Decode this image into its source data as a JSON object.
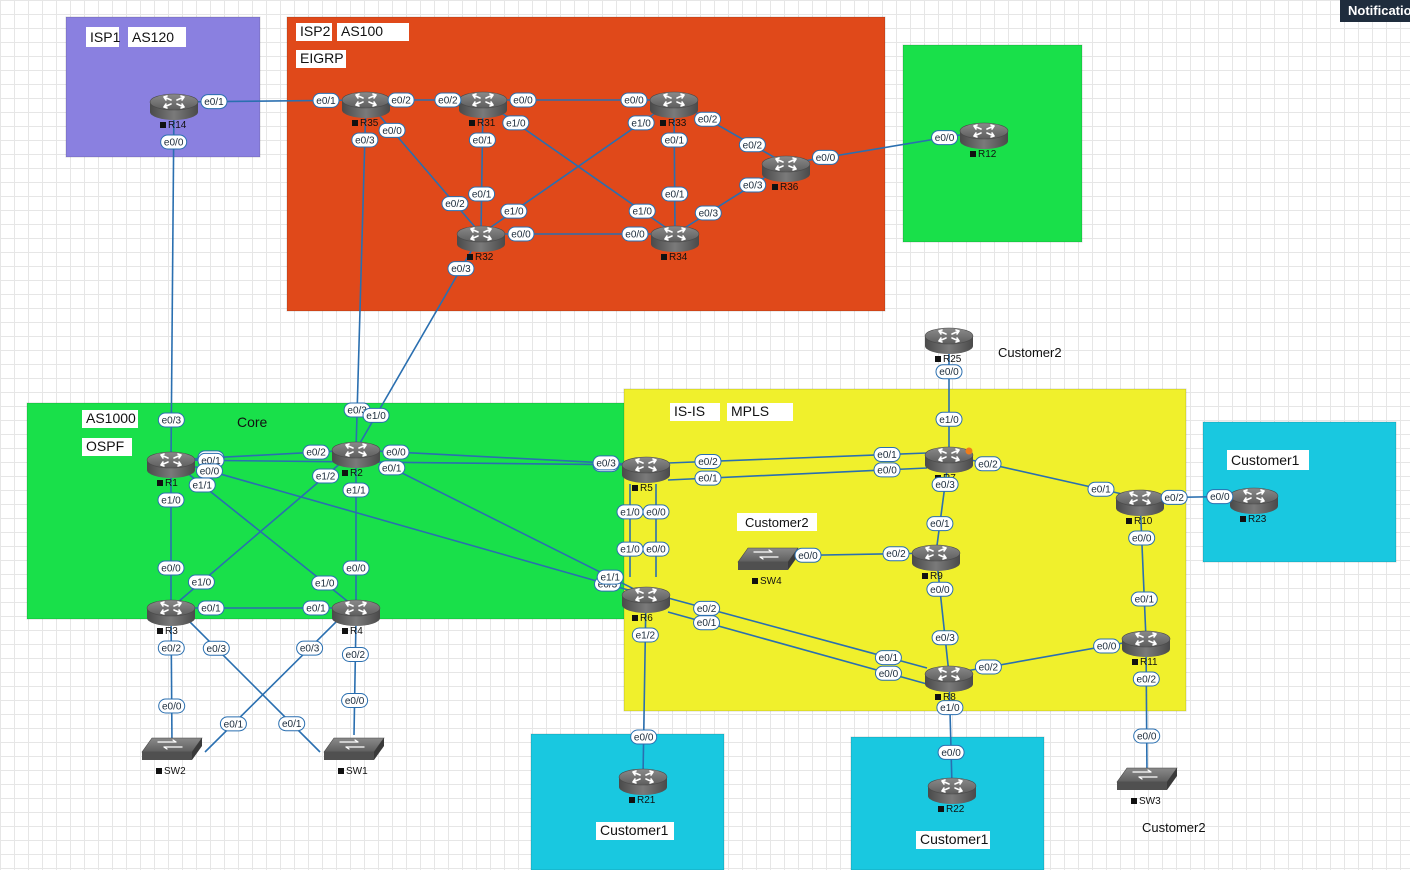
{
  "notification_label": "Notifications",
  "colors": {
    "isp1": "#8a80e0",
    "isp2": "#e0491a",
    "green": "#19e04a",
    "yellow": "#f0f02c",
    "cyan": "#19c8e0",
    "link": "#2a6fb0"
  },
  "areas": [
    {
      "name": "isp1",
      "color": "#8a80e0",
      "labels": [
        "ISP1",
        "AS120"
      ]
    },
    {
      "name": "isp2",
      "color": "#e0491a",
      "labels": [
        "ISP2",
        "AS100",
        "EIGRP"
      ]
    },
    {
      "name": "r12-site",
      "color": "#19e04a",
      "labels": []
    },
    {
      "name": "core",
      "color": "#19e04a",
      "labels": [
        "AS1000",
        "OSPF",
        "Core"
      ]
    },
    {
      "name": "mpls",
      "color": "#f0f02c",
      "labels": [
        "IS-IS",
        "MPLS"
      ]
    },
    {
      "name": "customer1-r23",
      "color": "#19c8e0",
      "labels": [
        "Customer1"
      ]
    },
    {
      "name": "customer1-r21",
      "color": "#19c8e0",
      "labels": [
        "Customer1"
      ]
    },
    {
      "name": "customer1-r22",
      "color": "#19c8e0",
      "labels": [
        "Customer1"
      ]
    }
  ],
  "free_labels": [
    "Customer2",
    "Customer2",
    "Customer2"
  ],
  "routers": [
    "R14",
    "R35",
    "R31",
    "R33",
    "R36",
    "R12",
    "R32",
    "R34",
    "R1",
    "R2",
    "R3",
    "R4",
    "R5",
    "R6",
    "R7",
    "R25",
    "R9",
    "R8",
    "R10",
    "R11",
    "R23",
    "R21",
    "R22"
  ],
  "switches": [
    "SW2",
    "SW1",
    "SW4",
    "SW3"
  ],
  "links": [
    {
      "a": "R14",
      "b": "R35",
      "a_if": "e0/1",
      "b_if": "e0/1"
    },
    {
      "a": "R35",
      "b": "R31",
      "a_if": "e0/2",
      "b_if": "e0/2"
    },
    {
      "a": "R31",
      "b": "R33",
      "a_if": "e0/0",
      "b_if": "e0/0"
    },
    {
      "a": "R33",
      "b": "R36",
      "a_if": "e0/2",
      "b_if": "e0/2"
    },
    {
      "a": "R36",
      "b": "R12",
      "a_if": "e0/0",
      "b_if": "e0/0"
    },
    {
      "a": "R35",
      "b": "R32",
      "a_if": "e0/0",
      "b_if": "e0/2"
    },
    {
      "a": "R31",
      "b": "R32",
      "a_if": "e0/1",
      "b_if": "e0/1"
    },
    {
      "a": "R31",
      "b": "R34",
      "a_if": "e1/0",
      "b_if": "e1/0"
    },
    {
      "a": "R33",
      "b": "R32",
      "a_if": "e1/0",
      "b_if": "e1/0"
    },
    {
      "a": "R33",
      "b": "R34",
      "a_if": "e0/1",
      "b_if": "e0/1"
    },
    {
      "a": "R32",
      "b": "R34",
      "a_if": "e0/0",
      "b_if": "e0/0"
    },
    {
      "a": "R34",
      "b": "R36",
      "a_if": "e0/3",
      "b_if": "e0/3"
    },
    {
      "a": "R14",
      "b": "R1",
      "a_if": "e0/0",
      "b_if": "e0/3"
    },
    {
      "a": "R35",
      "b": "R2",
      "a_if": "e0/3",
      "b_if": "e0/3"
    },
    {
      "a": "R32",
      "b": "R2",
      "a_if": "e0/3",
      "b_if": "e1/0"
    },
    {
      "a": "R1",
      "b": "R2",
      "a_if": "e0/2",
      "b_if": "e0/2"
    },
    {
      "a": "R1",
      "b": "R5",
      "a_if": "e0/1",
      "b_if": "e1/1"
    },
    {
      "a": "R1",
      "b": "R6",
      "a_if": "e0/0",
      "b_if": "e0/3"
    },
    {
      "a": "R1",
      "b": "R3",
      "a_if": "e1/0",
      "b_if": "e0/0"
    },
    {
      "a": "R1",
      "b": "R4",
      "a_if": "e1/1",
      "b_if": "e1/0"
    },
    {
      "a": "R2",
      "b": "R5",
      "a_if": "e0/0",
      "b_if": "e0/3"
    },
    {
      "a": "R2",
      "b": "R6",
      "a_if": "e0/1",
      "b_if": "e1/1"
    },
    {
      "a": "R2",
      "b": "R3",
      "a_if": "e1/2",
      "b_if": "e1/0"
    },
    {
      "a": "R2",
      "b": "R4",
      "a_if": "e1/1",
      "b_if": "e0/0"
    },
    {
      "a": "R3",
      "b": "R4",
      "a_if": "e0/1",
      "b_if": "e0/1"
    },
    {
      "a": "R3",
      "b": "SW2",
      "a_if": "e0/2",
      "b_if": "e0/0"
    },
    {
      "a": "R3",
      "b": "SW1",
      "a_if": "e0/3",
      "b_if": "e0/1"
    },
    {
      "a": "R4",
      "b": "SW2",
      "a_if": "e0/3",
      "b_if": "e0/1"
    },
    {
      "a": "R4",
      "b": "SW1",
      "a_if": "e0/2",
      "b_if": "e0/0"
    },
    {
      "a": "R5",
      "b": "R6",
      "a_if": "e1/0",
      "b_if": "e1/0"
    },
    {
      "a": "R5",
      "b": "R6",
      "a_if": "e0/0",
      "b_if": "e0/0"
    },
    {
      "a": "R5",
      "b": "R7",
      "a_if": "e0/2",
      "b_if": "e0/1"
    },
    {
      "a": "R5",
      "b": "R7",
      "a_if": "e0/1",
      "b_if": "e0/0"
    },
    {
      "a": "R6",
      "b": "R8",
      "a_if": "e0/2",
      "b_if": "e0/1"
    },
    {
      "a": "R6",
      "b": "R8",
      "a_if": "e0/1",
      "b_if": "e0/0"
    },
    {
      "a": "R6",
      "b": "R21",
      "a_if": "e1/2",
      "b_if": "e0/0"
    },
    {
      "a": "R25",
      "b": "R7",
      "a_if": "e0/0",
      "b_if": "e1/0"
    },
    {
      "a": "R7",
      "b": "R10",
      "a_if": "e0/2",
      "b_if": "e0/1"
    },
    {
      "a": "R7",
      "b": "R9",
      "a_if": "e0/3",
      "b_if": "e0/1"
    },
    {
      "a": "SW4",
      "b": "R9",
      "a_if": "e0/0",
      "b_if": "e0/2"
    },
    {
      "a": "R9",
      "b": "R8",
      "a_if": "e0/0",
      "b_if": "e0/3"
    },
    {
      "a": "R8",
      "b": "R11",
      "a_if": "e0/2",
      "b_if": "e0/0"
    },
    {
      "a": "R8",
      "b": "R22",
      "a_if": "e1/0",
      "b_if": "e0/0"
    },
    {
      "a": "R10",
      "b": "R11",
      "a_if": "e0/0",
      "b_if": "e0/1"
    },
    {
      "a": "R10",
      "b": "R23",
      "a_if": "e0/2",
      "b_if": "e0/0"
    },
    {
      "a": "R11",
      "b": "SW3",
      "a_if": "e0/2",
      "b_if": "e0/0"
    }
  ]
}
